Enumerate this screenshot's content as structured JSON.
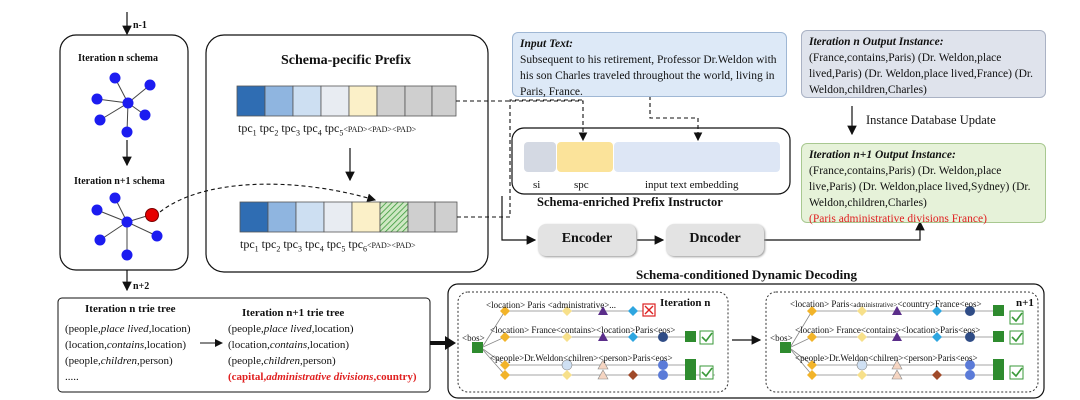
{
  "left_panel": {
    "top_label": "n-1",
    "schema_n": "Iteration n schema",
    "schema_n1": "Iteration n+1 schema",
    "bottom_label": "n+2"
  },
  "prefix_panel": {
    "title": "Schema-pecific Prefix",
    "row1_labels": [
      "tpc",
      "tpc",
      "tpc",
      "tpc",
      "tpc"
    ],
    "row1_subs": [
      "1",
      "2",
      "3",
      "4",
      "5"
    ],
    "row1_pads": "<PAD><PAD><PAD>",
    "row2_labels": [
      "tpc",
      "tpc",
      "tpc",
      "tpc",
      "tpc",
      "tpc"
    ],
    "row2_subs": [
      "1",
      "2",
      "3",
      "4",
      "5",
      "6"
    ],
    "row2_pads": "<PAD><PAD>"
  },
  "input_text": {
    "title": "Input Text:",
    "body": "Subsequent to his retirement, Professor Dr.Weldon with his son Charles traveled throughout the world, living in Paris, France."
  },
  "instructor": {
    "si": "si",
    "spc": "spc",
    "embedding": "input text embedding",
    "title": "Schema-enriched Prefix Instructor"
  },
  "encoder": "Encoder",
  "decoder": "Dncoder",
  "iter_n_output": {
    "title": "Iteration n Output Instance:",
    "body": "(France,contains,Paris)   (Dr. Weldon,place lived,Paris) (Dr. Weldon,place lived,France) (Dr. Weldon,children,Charles)"
  },
  "db_update": "Instance Database Update",
  "iter_n1_output": {
    "title": "Iteration n+1 Output Instance:",
    "body": "(France,contains,Paris)   (Dr. Weldon,place live,Paris) (Dr. Weldon,place lived,Sydney) (Dr. Weldon,children,Charles)",
    "new": "(Paris administrative divisions France)"
  },
  "decoding_title": "Schema-conditioned Dynamic Decoding",
  "trie_n": {
    "title": "Iteration n trie tree",
    "lines": [
      {
        "a": "(people,",
        "b": "place lived",
        "c": ",location)"
      },
      {
        "a": "(location,",
        "b": "contains",
        "c": ",location)"
      },
      {
        "a": "(people,",
        "b": "children",
        "c": ",person)"
      }
    ],
    "ellipsis": "....."
  },
  "trie_n1": {
    "title": "Iteration n+1 trie tree",
    "lines": [
      {
        "a": "(people,",
        "b": "place lived",
        "c": ",location)"
      },
      {
        "a": "(location,",
        "b": "contains",
        "c": ",location)"
      },
      {
        "a": "(people,",
        "b": "children",
        "c": ",person)"
      }
    ],
    "new": {
      "a": "(capital,",
      "b": "administrative divisions",
      "c": ",country)"
    }
  },
  "decode_n": {
    "label": "Iteration n",
    "bos": "<bos>",
    "line1": "<location> Paris <administrative>...",
    "line2": "<location> France<contains><location>Paris<eos>",
    "line3": "<people>Dr.Weldon<chilren><person>Paris<eos>"
  },
  "decode_n1": {
    "label": "n+1",
    "bos": "<bos>",
    "line1a": "<location> Paris",
    "line1b": "<administrative>",
    "line1c": "<country>France<eos>",
    "line2": "<location> France<contains><location>Paris<eos>",
    "line3": "<people>Dr.Weldon<chilren><person>Paris<eos>"
  },
  "colors": {
    "node_blue": "#1c1cf0",
    "node_red": "#e60000",
    "input_bg": "#dde9f7",
    "output_n_bg": "#dfe3ec",
    "output_n1_bg": "#e6f2d9",
    "red_text": "#e02020"
  }
}
